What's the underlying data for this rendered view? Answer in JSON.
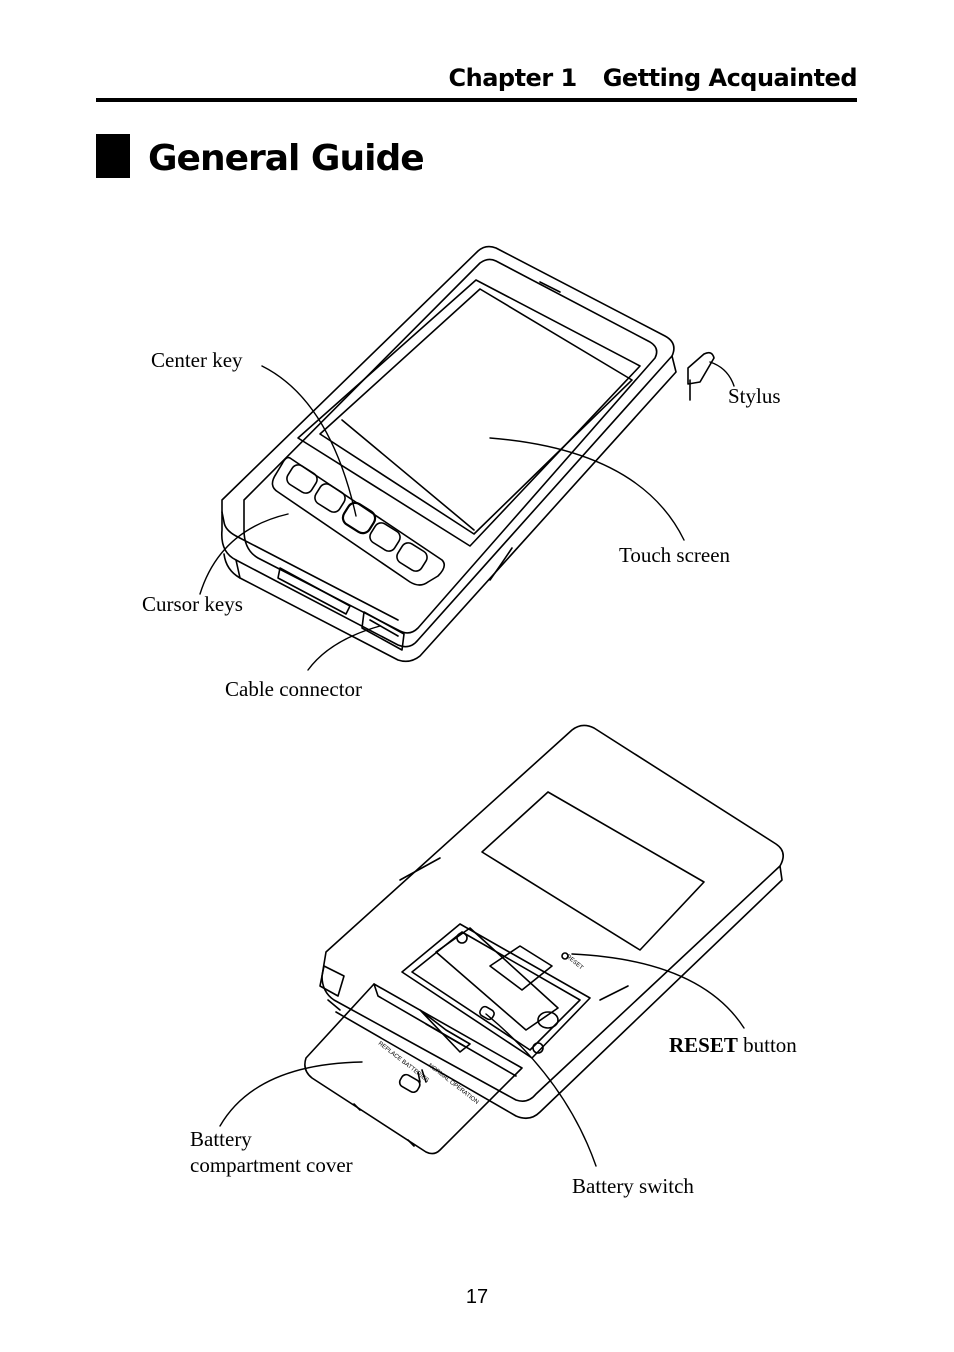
{
  "header": {
    "chapter": "Chapter 1",
    "chapter_title": "Getting Acquainted"
  },
  "section": {
    "title": "General Guide"
  },
  "figure_front": {
    "labels": {
      "center_key": "Center key",
      "stylus": "Stylus",
      "touch_screen": "Touch screen",
      "cursor_keys": "Cursor keys",
      "cable_connector": "Cable connector"
    }
  },
  "figure_back": {
    "device_text": {
      "reset": "RESET",
      "replace_batteries": "REPLACE BATTERIES",
      "normal_operation": "NORMAL OPERATION"
    },
    "labels": {
      "reset_bold": "RESET",
      "reset_rest": " button",
      "battery_cover_line1": "Battery",
      "battery_cover_line2": "compartment cover",
      "battery_switch": "Battery switch"
    }
  },
  "footer": {
    "page_number": "17"
  }
}
